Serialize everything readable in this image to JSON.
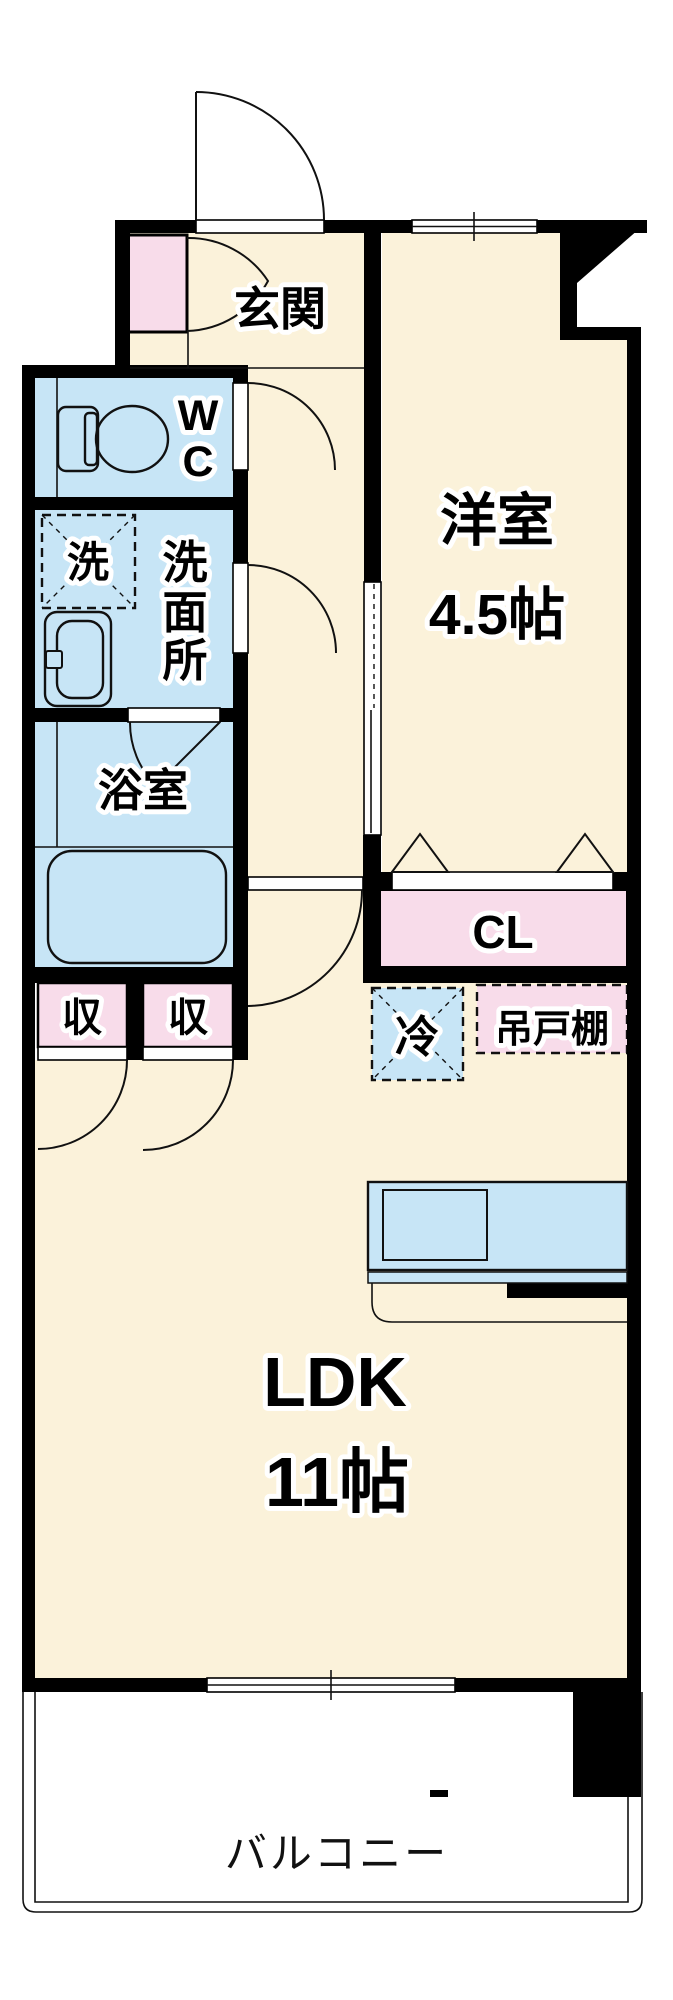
{
  "rooms": {
    "genkan": {
      "label": "玄関"
    },
    "wc": {
      "label": "WC"
    },
    "laundry": {
      "label": "洗"
    },
    "washroom": {
      "label": "洗面所"
    },
    "bathroom": {
      "label": "浴室"
    },
    "storage": {
      "label": "収"
    },
    "western_room": {
      "label": "洋室",
      "size": "4.5帖"
    },
    "closet": {
      "label": "CL"
    },
    "refrigerator": {
      "label": "冷"
    },
    "hanging_cupboard": {
      "label": "吊戸棚"
    },
    "ldk": {
      "label": "LDK",
      "size": "11帖"
    },
    "balcony": {
      "label": "バルコニー"
    }
  },
  "colors": {
    "floor": "#FBF2DA",
    "wet_area": "#C7E5F6",
    "storage_pink": "#F8DCEA",
    "wall": "#000000",
    "background": "#FFFFFF"
  }
}
